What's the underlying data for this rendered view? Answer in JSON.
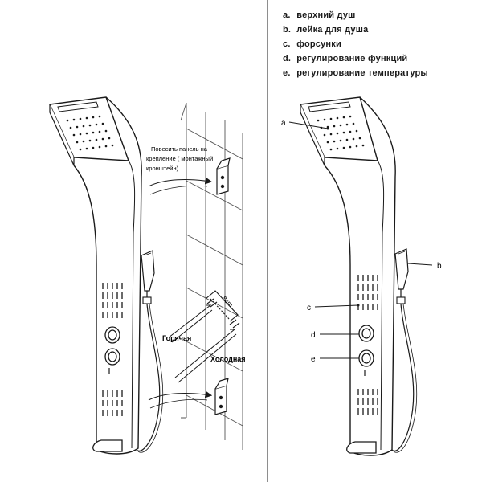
{
  "legend": [
    {
      "key": "a.",
      "text": "верхний душ"
    },
    {
      "key": "b.",
      "text": "лейка для душа"
    },
    {
      "key": "c.",
      "text": "форсунки"
    },
    {
      "key": "d.",
      "text": "регулирование функций"
    },
    {
      "key": "e.",
      "text": "регулирование  температуры"
    }
  ],
  "install_note": {
    "line1": "Повесить панель на",
    "line2": "крепление ( монтажный",
    "line3": "кронштейн)"
  },
  "dimension": "8cm",
  "hot_label": "Горячая",
  "cold_label": "Холодная",
  "callouts": {
    "a": "a",
    "b": "b",
    "c": "c",
    "d": "d",
    "e": "e"
  },
  "colors": {
    "line": "#1a1a1a",
    "divider": "#444444"
  }
}
